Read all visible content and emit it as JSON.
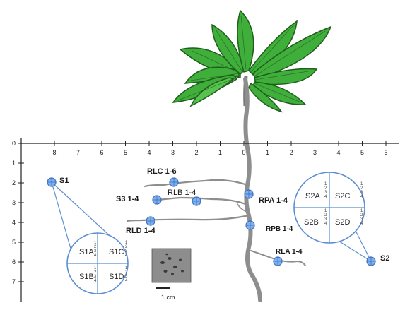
{
  "diagram": {
    "x_ticks": [
      "8",
      "7",
      "6",
      "5",
      "4",
      "3",
      "2",
      "1",
      "0",
      "1",
      "2",
      "3",
      "4",
      "5",
      "6"
    ],
    "y_ticks": [
      "0",
      "1",
      "2",
      "3",
      "4",
      "5",
      "6",
      "7"
    ],
    "sample_labels": {
      "s1": "S1",
      "s2": "S2",
      "s3": "S3 1-4",
      "rlc": "RLC 1-6",
      "rlb": "RLB 1-4",
      "rld": "RLD 1-4",
      "rpa": "RPA 1-4",
      "rpb": "RPB 1-4",
      "rla": "RLA 1-4"
    },
    "s1_cells": [
      "S1A",
      "S1C",
      "S1B",
      "S1D"
    ],
    "s2_cells": [
      "S2A",
      "S2C",
      "S2B",
      "S2D"
    ],
    "cell_subticks": [
      "1",
      "2",
      "3",
      "4"
    ],
    "scale_label": "1 cm",
    "colors": {
      "leaf": "#3fae3a",
      "leaf_dark": "#1f5e1c",
      "root": "#8e8e8e",
      "marker": "#4a7fcf",
      "circle": "#5b8fd0"
    }
  }
}
